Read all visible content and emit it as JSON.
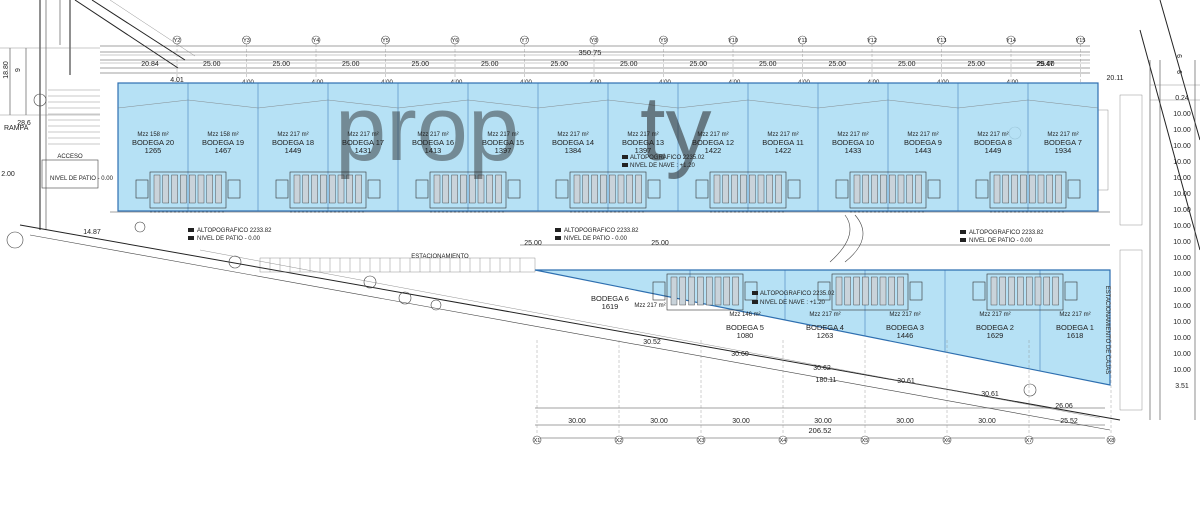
{
  "top_dims": {
    "total": "350.75",
    "segments": [
      "20.84",
      "25.00",
      "25.00",
      "25.00",
      "25.00",
      "25.00",
      "25.00",
      "25.00",
      "25.00",
      "25.00",
      "25.00",
      "25.00",
      "25.00",
      "25.00",
      "29.47"
    ],
    "offsets_left": "4.01",
    "offsets": [
      "4.00",
      "4.00",
      "4.00",
      "4.00",
      "4.00",
      "4.00",
      "4.00",
      "4.00",
      "4.00",
      "4.00",
      "4.00",
      "4.00"
    ],
    "right_offset": "20.11"
  },
  "top_grid_labels": [
    "Y2",
    "Y3",
    "Y4",
    "Y5",
    "Y6",
    "Y7",
    "Y8",
    "Y9",
    "Y10",
    "Y11",
    "Y12",
    "Y13",
    "Y14",
    "Y15"
  ],
  "left_dims": [
    "18.80",
    "9",
    "28.6",
    "2.00",
    "14.87"
  ],
  "left_labels": {
    "rampa": "RAMPA",
    "acceso": "ACCESO",
    "nivel": "NIVEL DE PATIO - 0.00"
  },
  "right_dims": [
    "9",
    "9",
    "0.24",
    "10.00",
    "10.00",
    "10.00",
    "10.00",
    "10.00",
    "10.00",
    "10.00",
    "10.00",
    "10.00",
    "10.00",
    "10.00",
    "10.00",
    "10.00",
    "10.00",
    "10.00",
    "10.00",
    "10.00",
    "3.51"
  ],
  "top_bodegas": [
    {
      "name": "BODEGA 20",
      "mzz": "Mzz 158 m²",
      "area": "1265"
    },
    {
      "name": "BODEGA 19",
      "mzz": "Mzz 158 m²",
      "area": "1467"
    },
    {
      "name": "BODEGA 18",
      "mzz": "Mzz 217 m²",
      "area": "1449"
    },
    {
      "name": "BODEGA 17",
      "mzz": "Mzz 217 m²",
      "area": "1431"
    },
    {
      "name": "BODEGA 16",
      "mzz": "Mzz 217 m²",
      "area": "1413"
    },
    {
      "name": "BODEGA 15",
      "mzz": "Mzz 217 m²",
      "area": "1397"
    },
    {
      "name": "BODEGA 14",
      "mzz": "Mzz 217 m²",
      "area": "1384"
    },
    {
      "name": "BODEGA 13",
      "mzz": "Mzz 217 m²",
      "area": "1397"
    },
    {
      "name": "BODEGA 12",
      "mzz": "Mzz 217 m²",
      "area": "1422"
    },
    {
      "name": "BODEGA 11",
      "mzz": "Mzz 217 m²",
      "area": "1422"
    },
    {
      "name": "BODEGA 10",
      "mzz": "Mzz 217 m²",
      "area": "1433"
    },
    {
      "name": "BODEGA 9",
      "mzz": "Mzz 217 m²",
      "area": "1443"
    },
    {
      "name": "BODEGA 8",
      "mzz": "Mzz 217 m²",
      "area": "1449"
    },
    {
      "name": "BODEGA 7",
      "mzz": "Mzz 217 m²",
      "area": "1934"
    }
  ],
  "top_notes": {
    "alt_top": "ALTOPOGRAFICO 2235.02",
    "nivel_nave": "NIVEL DE NAVE : +1.20",
    "alt_left": "ALTOPOGRAFICO 2233.82",
    "nivel_patio": "NIVEL DE PATIO - 0.00",
    "alt_mid": "ALTOPOGRAFICO 2233.82",
    "nivel_patio_mid": "NIVEL DE PATIO - 0.00",
    "alt_right": "ALTOPOGRAFICO 2233.82",
    "nivel_patio_right": "NIVEL DE PATIO - 0.00"
  },
  "middle": {
    "estacionamiento": "ESTACIONAMIENTO",
    "dim1": "25.00",
    "dim2": "25.00",
    "estacionamiento_camiones": "ESTACIONAMIENTO DE CAJAS"
  },
  "bottom_bodegas": [
    {
      "name": "BODEGA 6",
      "mzz": "Mzz 217 m²",
      "area": "1619"
    },
    {
      "name": "BODEGA 5",
      "mzz": "Mzz 146 m²",
      "area": "1080"
    },
    {
      "name": "BODEGA 4",
      "mzz": "Mzz 217 m²",
      "area": "1263"
    },
    {
      "name": "BODEGA 3",
      "mzz": "Mzz 217 m²",
      "area": "1446"
    },
    {
      "name": "BODEGA 2",
      "mzz": "Mzz 217 m²",
      "area": "1629"
    },
    {
      "name": "BODEGA 1",
      "mzz": "Mzz 217 m²",
      "area": "1618"
    }
  ],
  "bottom_notes": {
    "alt": "ALTOPOGRAFICO 2235.02",
    "nivel": "NIVEL DE NAVE : +1.20"
  },
  "bottom_dims": {
    "diag": [
      "30.52",
      "30.60",
      "30.62",
      "30.61",
      "30.61",
      "26.06"
    ],
    "long": "180.11",
    "segments": [
      "30.00",
      "30.00",
      "30.00",
      "30.00",
      "30.00",
      "30.00",
      "25.52"
    ],
    "total": "206.52",
    "grid": [
      "X1",
      "X2",
      "X3",
      "X4",
      "X5",
      "X6",
      "X7",
      "X8"
    ]
  },
  "watermark": {
    "part1": "prop",
    "part2": "ty"
  },
  "colors": {
    "warehouse_fill": "#a9dcf3",
    "warehouse_stroke": "#2e6fb0",
    "line": "#444444"
  }
}
